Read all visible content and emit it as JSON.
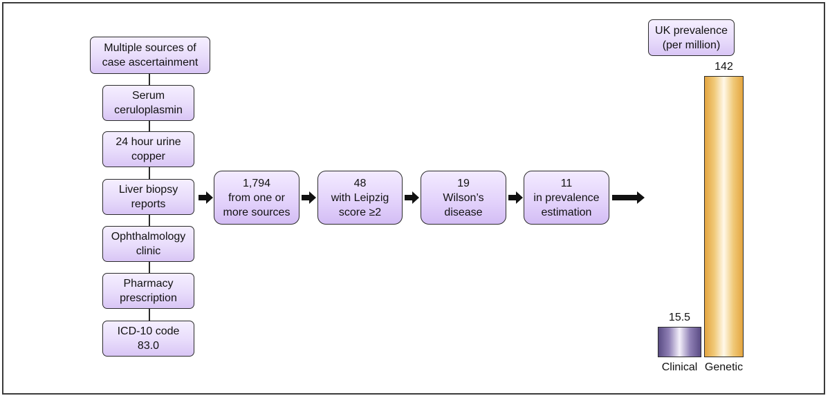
{
  "sources": {
    "header": [
      "Multiple sources of",
      "case ascertainment"
    ],
    "items": [
      [
        "Serum",
        "ceruloplasmin"
      ],
      [
        "24 hour urine",
        "copper"
      ],
      [
        "Liver biopsy",
        "reports"
      ],
      [
        "Ophthalmology",
        "clinic"
      ],
      [
        "Pharmacy",
        "prescription"
      ],
      [
        "ICD-10 code",
        "83.0"
      ]
    ]
  },
  "flow": [
    [
      "1,794",
      "from one or",
      "more sources"
    ],
    [
      "48",
      "with Leipzig",
      "score ≥2"
    ],
    [
      "19",
      "Wilson’s",
      "disease"
    ],
    [
      "11",
      "in prevalence",
      "estimation"
    ]
  ],
  "chart_data": {
    "type": "bar",
    "title": [
      "UK prevalence",
      "(per million)"
    ],
    "categories": [
      "Clinical",
      "Genetic"
    ],
    "values": [
      15.5,
      142
    ],
    "value_labels": [
      "15.5",
      "142"
    ],
    "ylim": [
      0,
      142
    ],
    "colors": [
      "#7a6aa3",
      "#eeb457"
    ]
  }
}
